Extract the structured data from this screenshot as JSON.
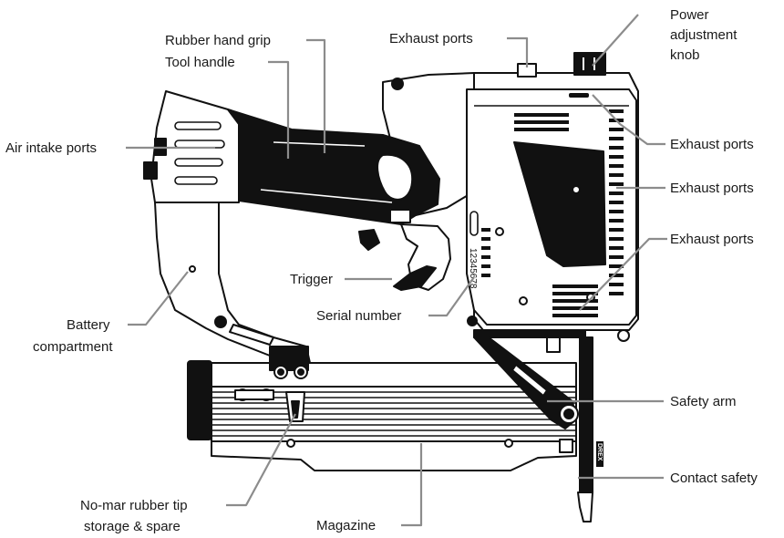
{
  "labels": {
    "rubber_hand_grip": "Rubber hand grip",
    "tool_handle": "Tool handle",
    "air_intake_ports": "Air intake ports",
    "exhaust_ports_top": "Exhaust ports",
    "power_adjustment_knob_line1": "Power",
    "power_adjustment_knob_line2": "adjustment",
    "power_adjustment_knob_line3": "knob",
    "exhaust_ports_1": "Exhaust ports",
    "exhaust_ports_2": "Exhaust ports",
    "exhaust_ports_3": "Exhaust ports",
    "trigger": "Trigger",
    "serial_number": "Serial number",
    "battery_compartment_line1": "Battery",
    "battery_compartment_line2": "compartment",
    "safety_arm": "Safety arm",
    "contact_safety": "Contact safety",
    "no_mar_tip_line1": "No-mar rubber tip",
    "no_mar_tip_line2": "storage & spare",
    "magazine": "Magazine"
  },
  "tool_markings": {
    "serial_digits": "12345678",
    "brand_badge": "DREX"
  },
  "colors": {
    "leader_line": "#8c8c8c",
    "ink": "#111111",
    "background": "#ffffff"
  }
}
